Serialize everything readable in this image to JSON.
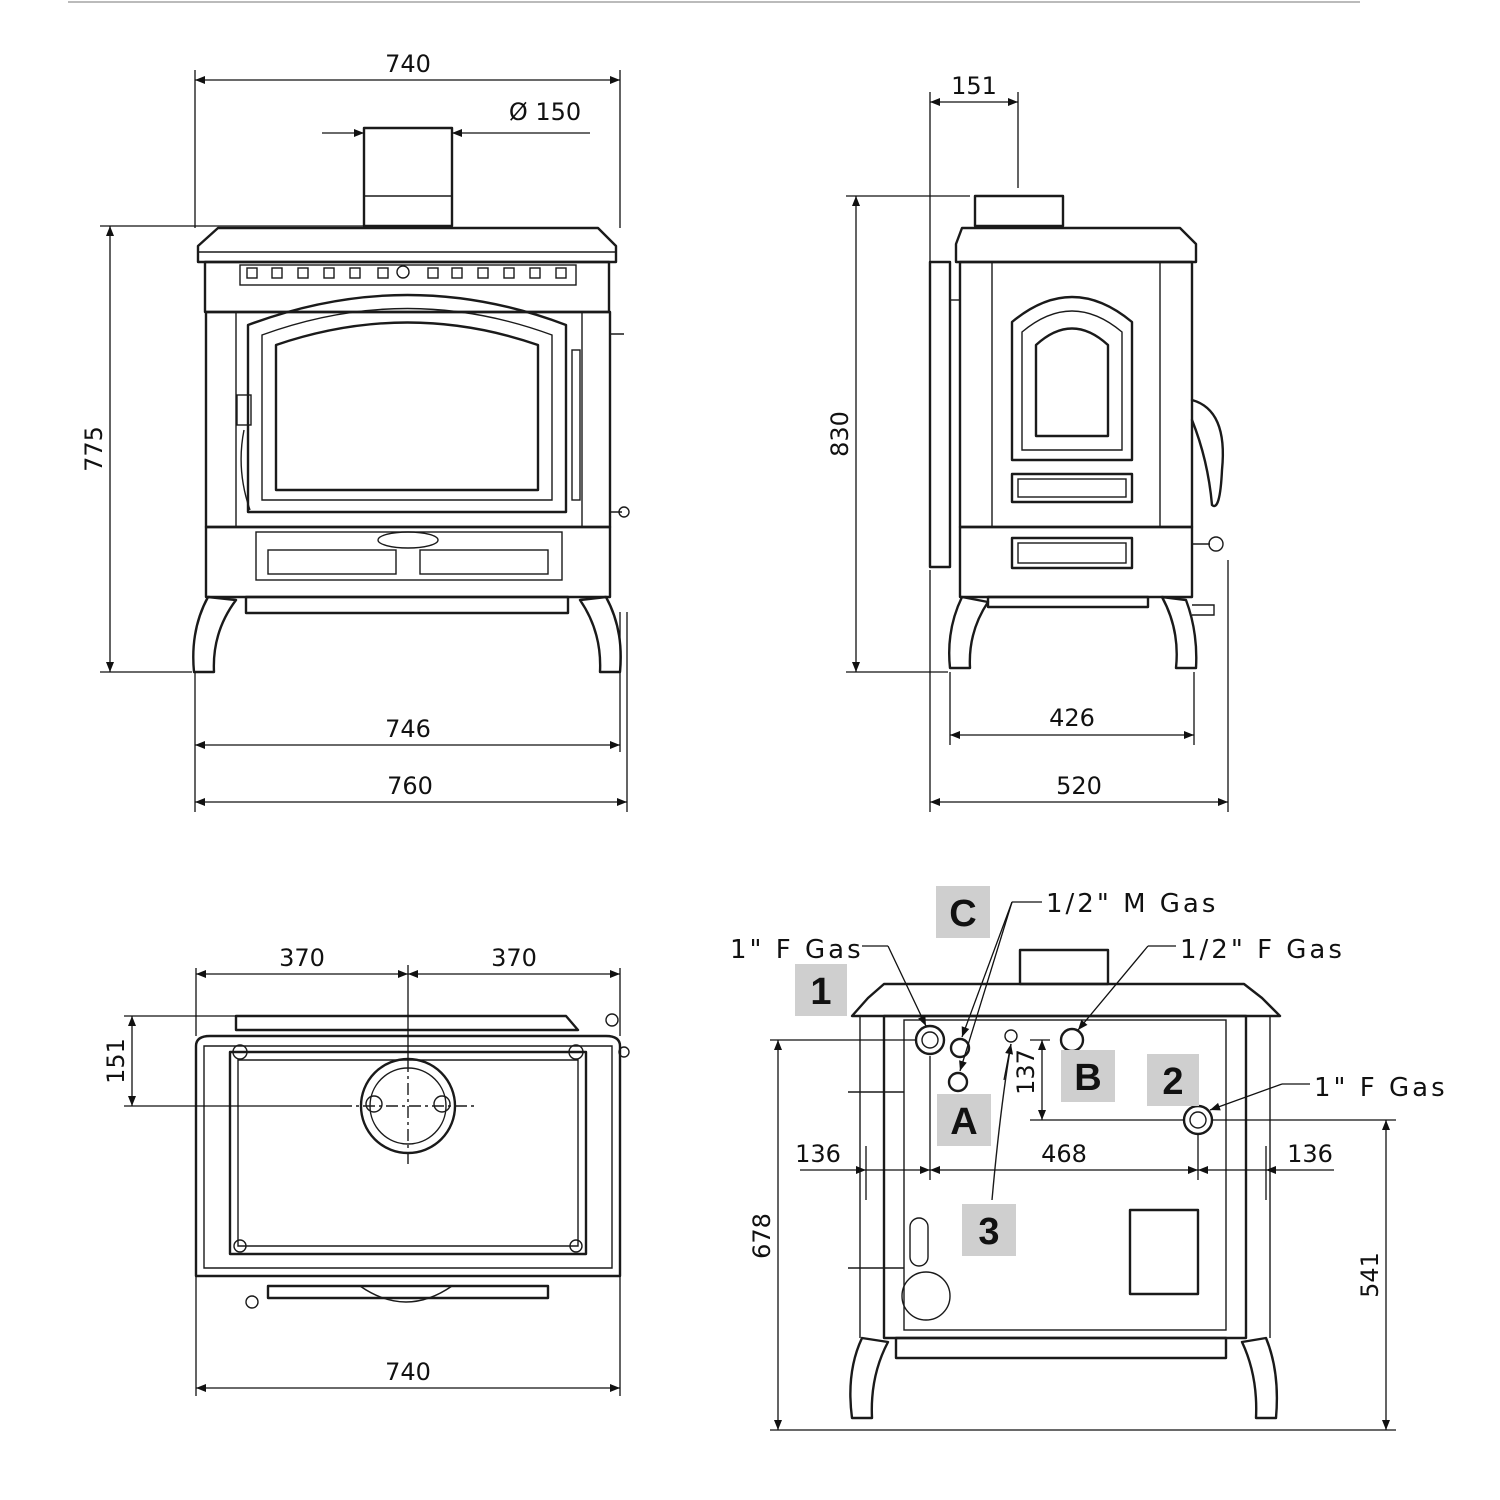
{
  "front_view": {
    "dim_top_width": "740",
    "dim_flue_diameter": "Ø 150",
    "dim_height": "775",
    "dim_base_width": "746",
    "dim_overall_width": "760"
  },
  "side_view": {
    "dim_flue_offset": "151",
    "dim_height": "830",
    "dim_feet_depth": "426",
    "dim_overall_depth": "520"
  },
  "top_view": {
    "dim_left_half": "370",
    "dim_right_half": "370",
    "dim_flue_depth": "151",
    "dim_width": "740"
  },
  "rear_view": {
    "dim_left_margin": "136",
    "dim_center_span": "468",
    "dim_right_margin": "136",
    "dim_small_vertical": "137",
    "dim_left_height": "678",
    "dim_right_height": "541",
    "label_1_gas": "1\" F Gas",
    "label_half_m_gas": "1/2\" M Gas",
    "label_half_f_gas": "1/2\" F Gas",
    "label_2_gas": "1\" F Gas",
    "tags": {
      "c": "C",
      "one": "1",
      "a": "A",
      "b": "B",
      "two": "2",
      "three": "3"
    }
  }
}
